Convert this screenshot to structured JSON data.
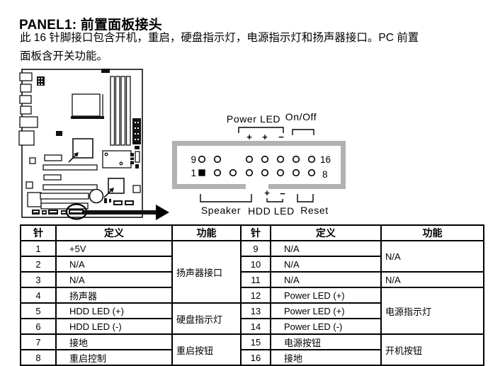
{
  "colors": {
    "ink": "#000000",
    "connector_gray": "#b2b2b2",
    "paper": "#ffffff"
  },
  "page": {
    "title": "PANEL1: 前置面板接头",
    "description_lines": [
      "此 16 针脚接口包含开机，重启，硬盘指示灯，电源指示灯和扬声器接口。PC 前置",
      "面板含开关功能。"
    ]
  },
  "diagram": {
    "labels": {
      "power_led": "Power LED",
      "on_off": "On/Off",
      "speaker": "Speaker",
      "hdd_led": "HDD LED",
      "reset": "Reset"
    },
    "pin_numbers": {
      "top_left": "9",
      "top_right": "16",
      "bottom_left": "1",
      "bottom_right": "8"
    },
    "signs": {
      "plus": "+",
      "minus": "−"
    }
  },
  "table": {
    "headers": [
      "针",
      "定义",
      "功能"
    ],
    "left": {
      "rows": [
        {
          "pin": "1",
          "def": "+5V"
        },
        {
          "pin": "2",
          "def": "N/A"
        },
        {
          "pin": "3",
          "def": "N/A"
        },
        {
          "pin": "4",
          "def": "扬声器"
        },
        {
          "pin": "5",
          "def": "HDD LED (+)"
        },
        {
          "pin": "6",
          "def": "HDD LED (-)"
        },
        {
          "pin": "7",
          "def": "接地"
        },
        {
          "pin": "8",
          "def": "重启控制"
        }
      ],
      "functions": [
        {
          "label": "扬声器接口",
          "span": 4
        },
        {
          "label": "硬盘指示灯",
          "span": 2
        },
        {
          "label": "重启按钮",
          "span": 2
        }
      ]
    },
    "right": {
      "rows": [
        {
          "pin": "9",
          "def": "N/A"
        },
        {
          "pin": "10",
          "def": "N/A"
        },
        {
          "pin": "11",
          "def": "N/A"
        },
        {
          "pin": "12",
          "def": "Power LED (+)"
        },
        {
          "pin": "13",
          "def": "Power LED (+)"
        },
        {
          "pin": "14",
          "def": "Power LED (-)"
        },
        {
          "pin": "15",
          "def": "电源按钮"
        },
        {
          "pin": "16",
          "def": "接地"
        }
      ],
      "functions": [
        {
          "label": "N/A",
          "span": 2
        },
        {
          "label": "N/A",
          "span": 1
        },
        {
          "label": "电源指示灯",
          "span": 3
        },
        {
          "label": "开机按钮",
          "span": 2
        }
      ]
    }
  }
}
